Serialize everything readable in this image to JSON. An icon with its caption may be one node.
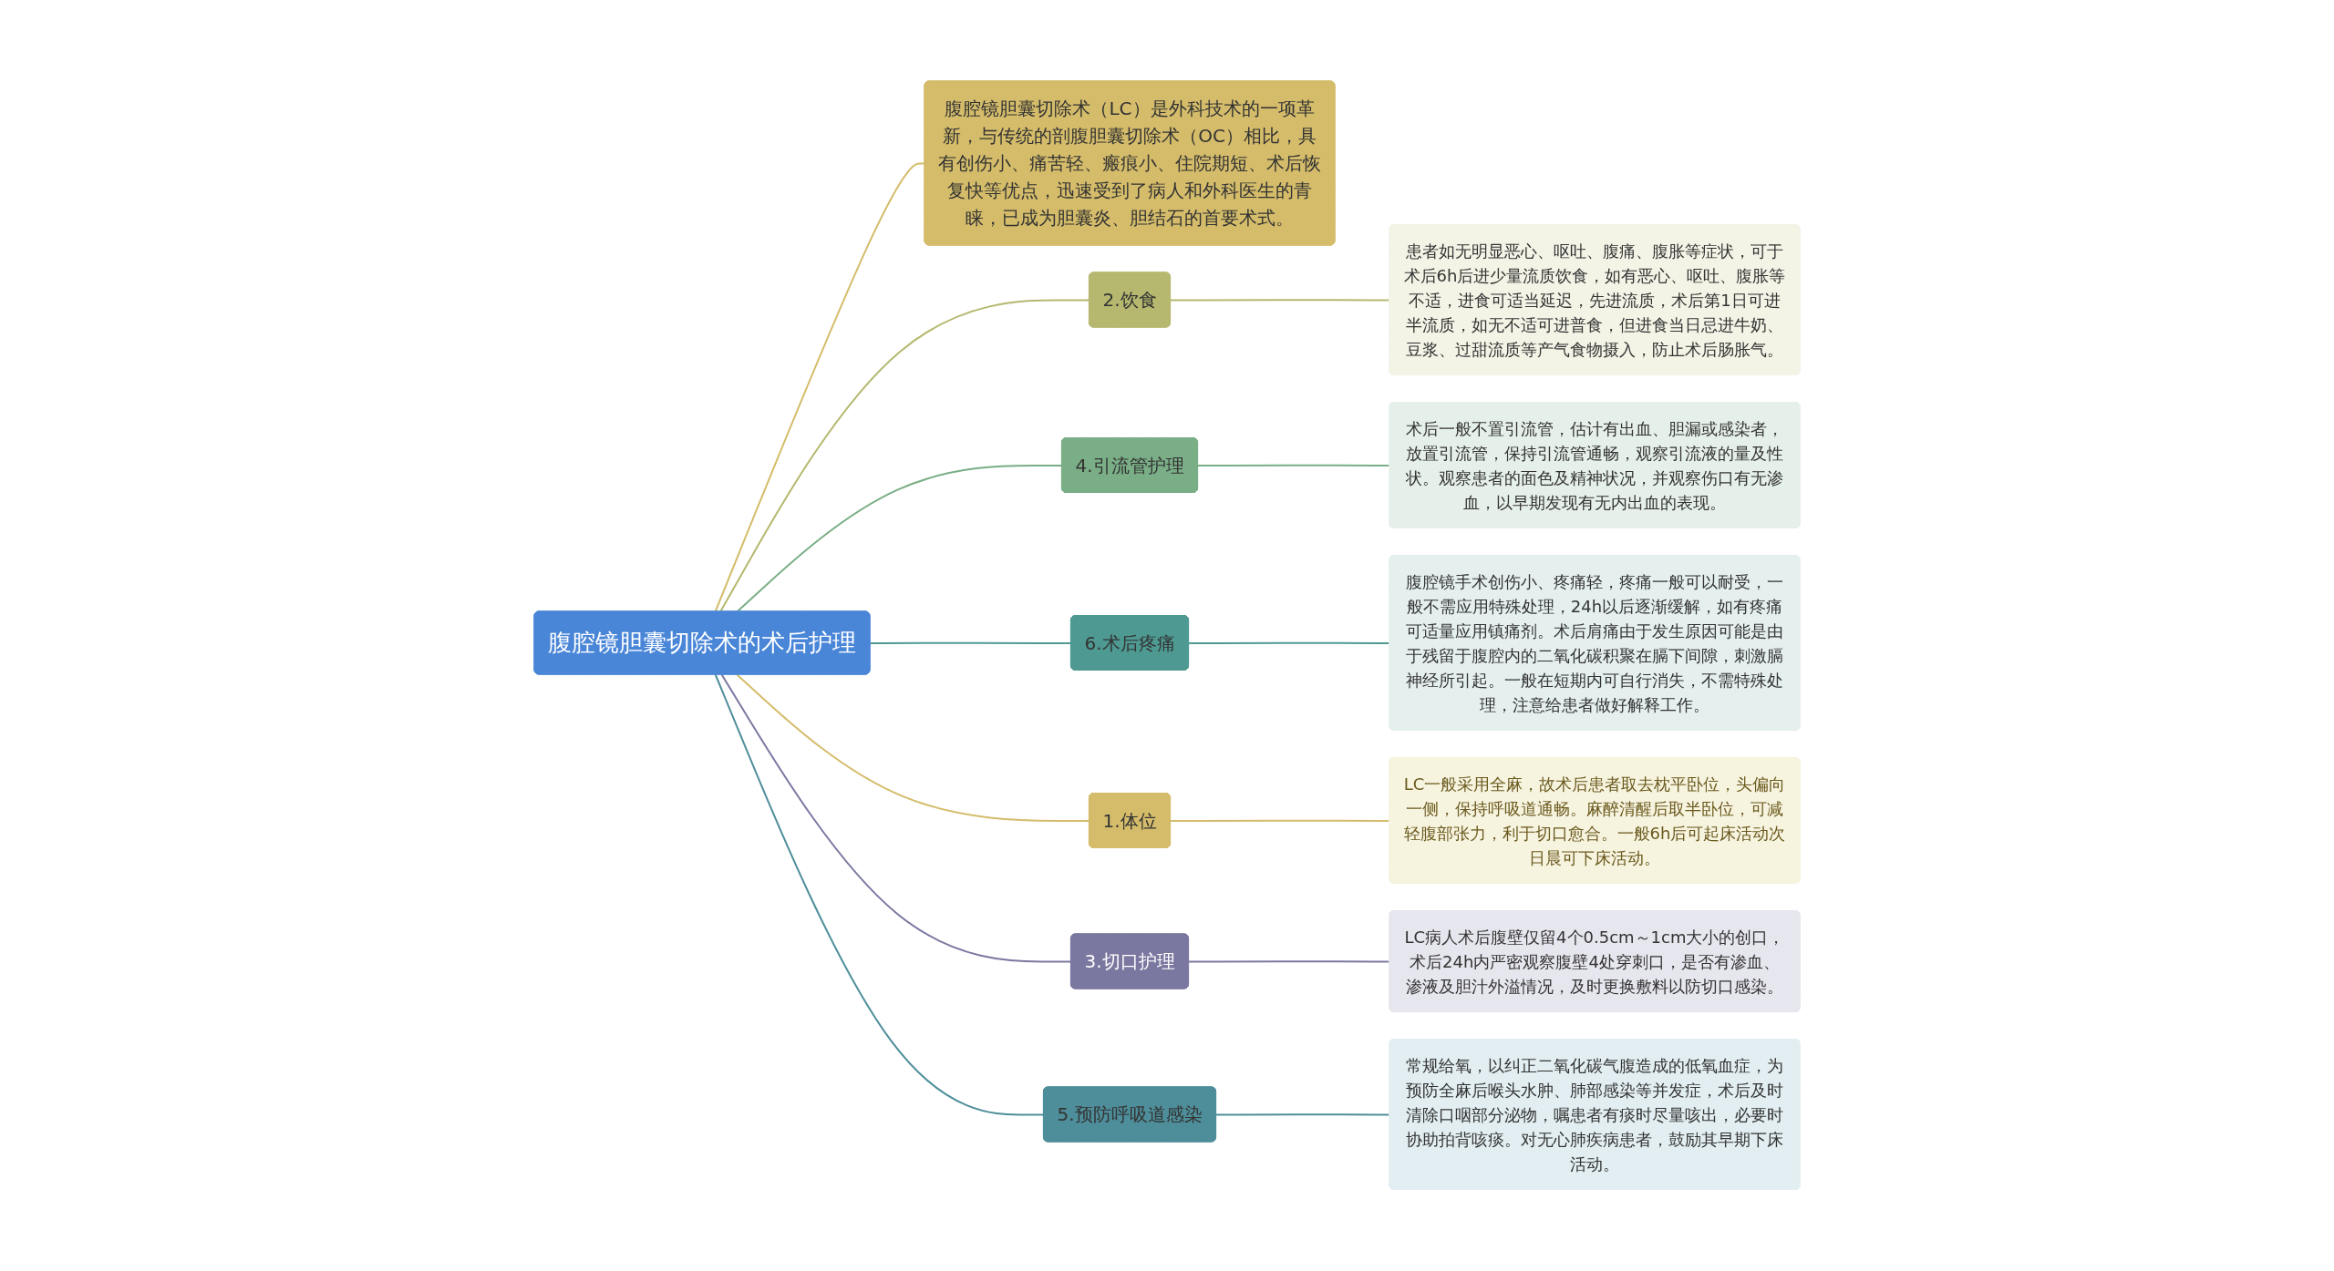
{
  "diagram": {
    "nodes": [
      {
        "text": [
          "腹腔镜胆囊切除术的术后护理"
        ]
      },
      {
        "text": [
          "腹腔镜胆囊切除术（LC）是外科技术的一项革新，与传统的剖腹胆囊切除术（OC）相比，具有创伤小、痛苦轻、瘢痕小、住院期短、术后恢复快等优点，迅速受到了病人和外科医生的青睐，已成为胆囊炎、胆结石的首要术式。"
        ]
      },
      {
        "text": [
          "2.饮食"
        ]
      },
      {
        "text": [
          "患者如无明显恶心、呕吐、腹痛、腹胀等症状，可于术后6h后进少量流质饮食，如有恶心、呕吐、腹胀等不适，进食可适当延迟，先进流质，术后第1日可进半流质，如无不适可进普食，但进食当日忌进牛奶、豆浆、过甜流质等产气食物摄入，防止术后肠胀气。"
        ]
      },
      {
        "text": [
          "4.引流管护理"
        ]
      },
      {
        "text": [
          "术后一般不置引流管，估计有出血、胆漏或感染者，放置引流管，保持引流管通畅，观察引流液的量及性状。观察患者的面色及精神状况，并观察伤口有无渗血，以早期发现有无内出血的表现。"
        ]
      },
      {
        "text": [
          "6.术后疼痛"
        ]
      },
      {
        "text": [
          "腹腔镜手术创伤小、疼痛轻，疼痛一般可以耐受，一般不需应用特殊处理，24h以后逐渐缓解，如有疼痛可适量应用镇痛剂。术后肩痛由于发生原因可能是由于残留于腹腔内的二氧化碳积聚在膈下间隙，刺激膈神经所引起。一般在短期内可自行消失，不需特殊处理，注意给患者做好解释工作。"
        ]
      },
      {
        "text": [
          "1.体位"
        ]
      },
      {
        "text": [
          "LC一般采用全麻，故术后患者取去枕平卧位，头偏向一侧，保持呼吸道通畅。麻醉清醒后取半卧位，可减轻腹部张力，利于切口愈合。一般6h后可起床活动次日晨可下床活动。"
        ]
      },
      {
        "text": [
          "3.切口护理"
        ]
      },
      {
        "text": [
          "LC病人术后腹壁仅留4个0.5cm～1cm大小的创口，术后24h内严密观察腹壁4处穿刺口，是否有渗血、渗液及胆汁外溢情况，及时更换敷料以防切口感染。"
        ]
      },
      {
        "text": [
          "5.预防呼吸道感染"
        ]
      },
      {
        "text": [
          "常规给氧，以纠正二氧化碳气腹造成的低氧血症，为预防全麻后喉头水肿、肺部感染等并发症，术后及时清除口咽部分泌物，嘱患者有痰时尽量咳出，必要时协助拍背咳痰。对无心肺疾病患者，鼓励其早期下床活动。"
        ]
      }
    ],
    "edges": [
      {
        "from": 0,
        "to": 1,
        "arrow": "none",
        "color": "#d4bc6a"
      },
      {
        "from": 0,
        "to": 2,
        "arrow": "none",
        "color": "#b5b86e"
      },
      {
        "from": 2,
        "to": 3,
        "arrow": "none",
        "color": "#b5b86e"
      },
      {
        "from": 0,
        "to": 4,
        "arrow": "none",
        "color": "#7aae86"
      },
      {
        "from": 4,
        "to": 5,
        "arrow": "none",
        "color": "#7aae86"
      },
      {
        "from": 0,
        "to": 6,
        "arrow": "none",
        "color": "#4e9a92"
      },
      {
        "from": 6,
        "to": 7,
        "arrow": "none",
        "color": "#4e9a92"
      },
      {
        "from": 0,
        "to": 8,
        "arrow": "none",
        "color": "#d4bc6a"
      },
      {
        "from": 8,
        "to": 9,
        "arrow": "none",
        "color": "#d4bc6a"
      },
      {
        "from": 0,
        "to": 10,
        "arrow": "none",
        "color": "#7a78a0"
      },
      {
        "from": 10,
        "to": 11,
        "arrow": "none",
        "color": "#7a78a0"
      },
      {
        "from": 0,
        "to": 12,
        "arrow": "none",
        "color": "#4e8e9a"
      },
      {
        "from": 12,
        "to": 13,
        "arrow": "none",
        "color": "#4e8e9a"
      }
    ]
  }
}
